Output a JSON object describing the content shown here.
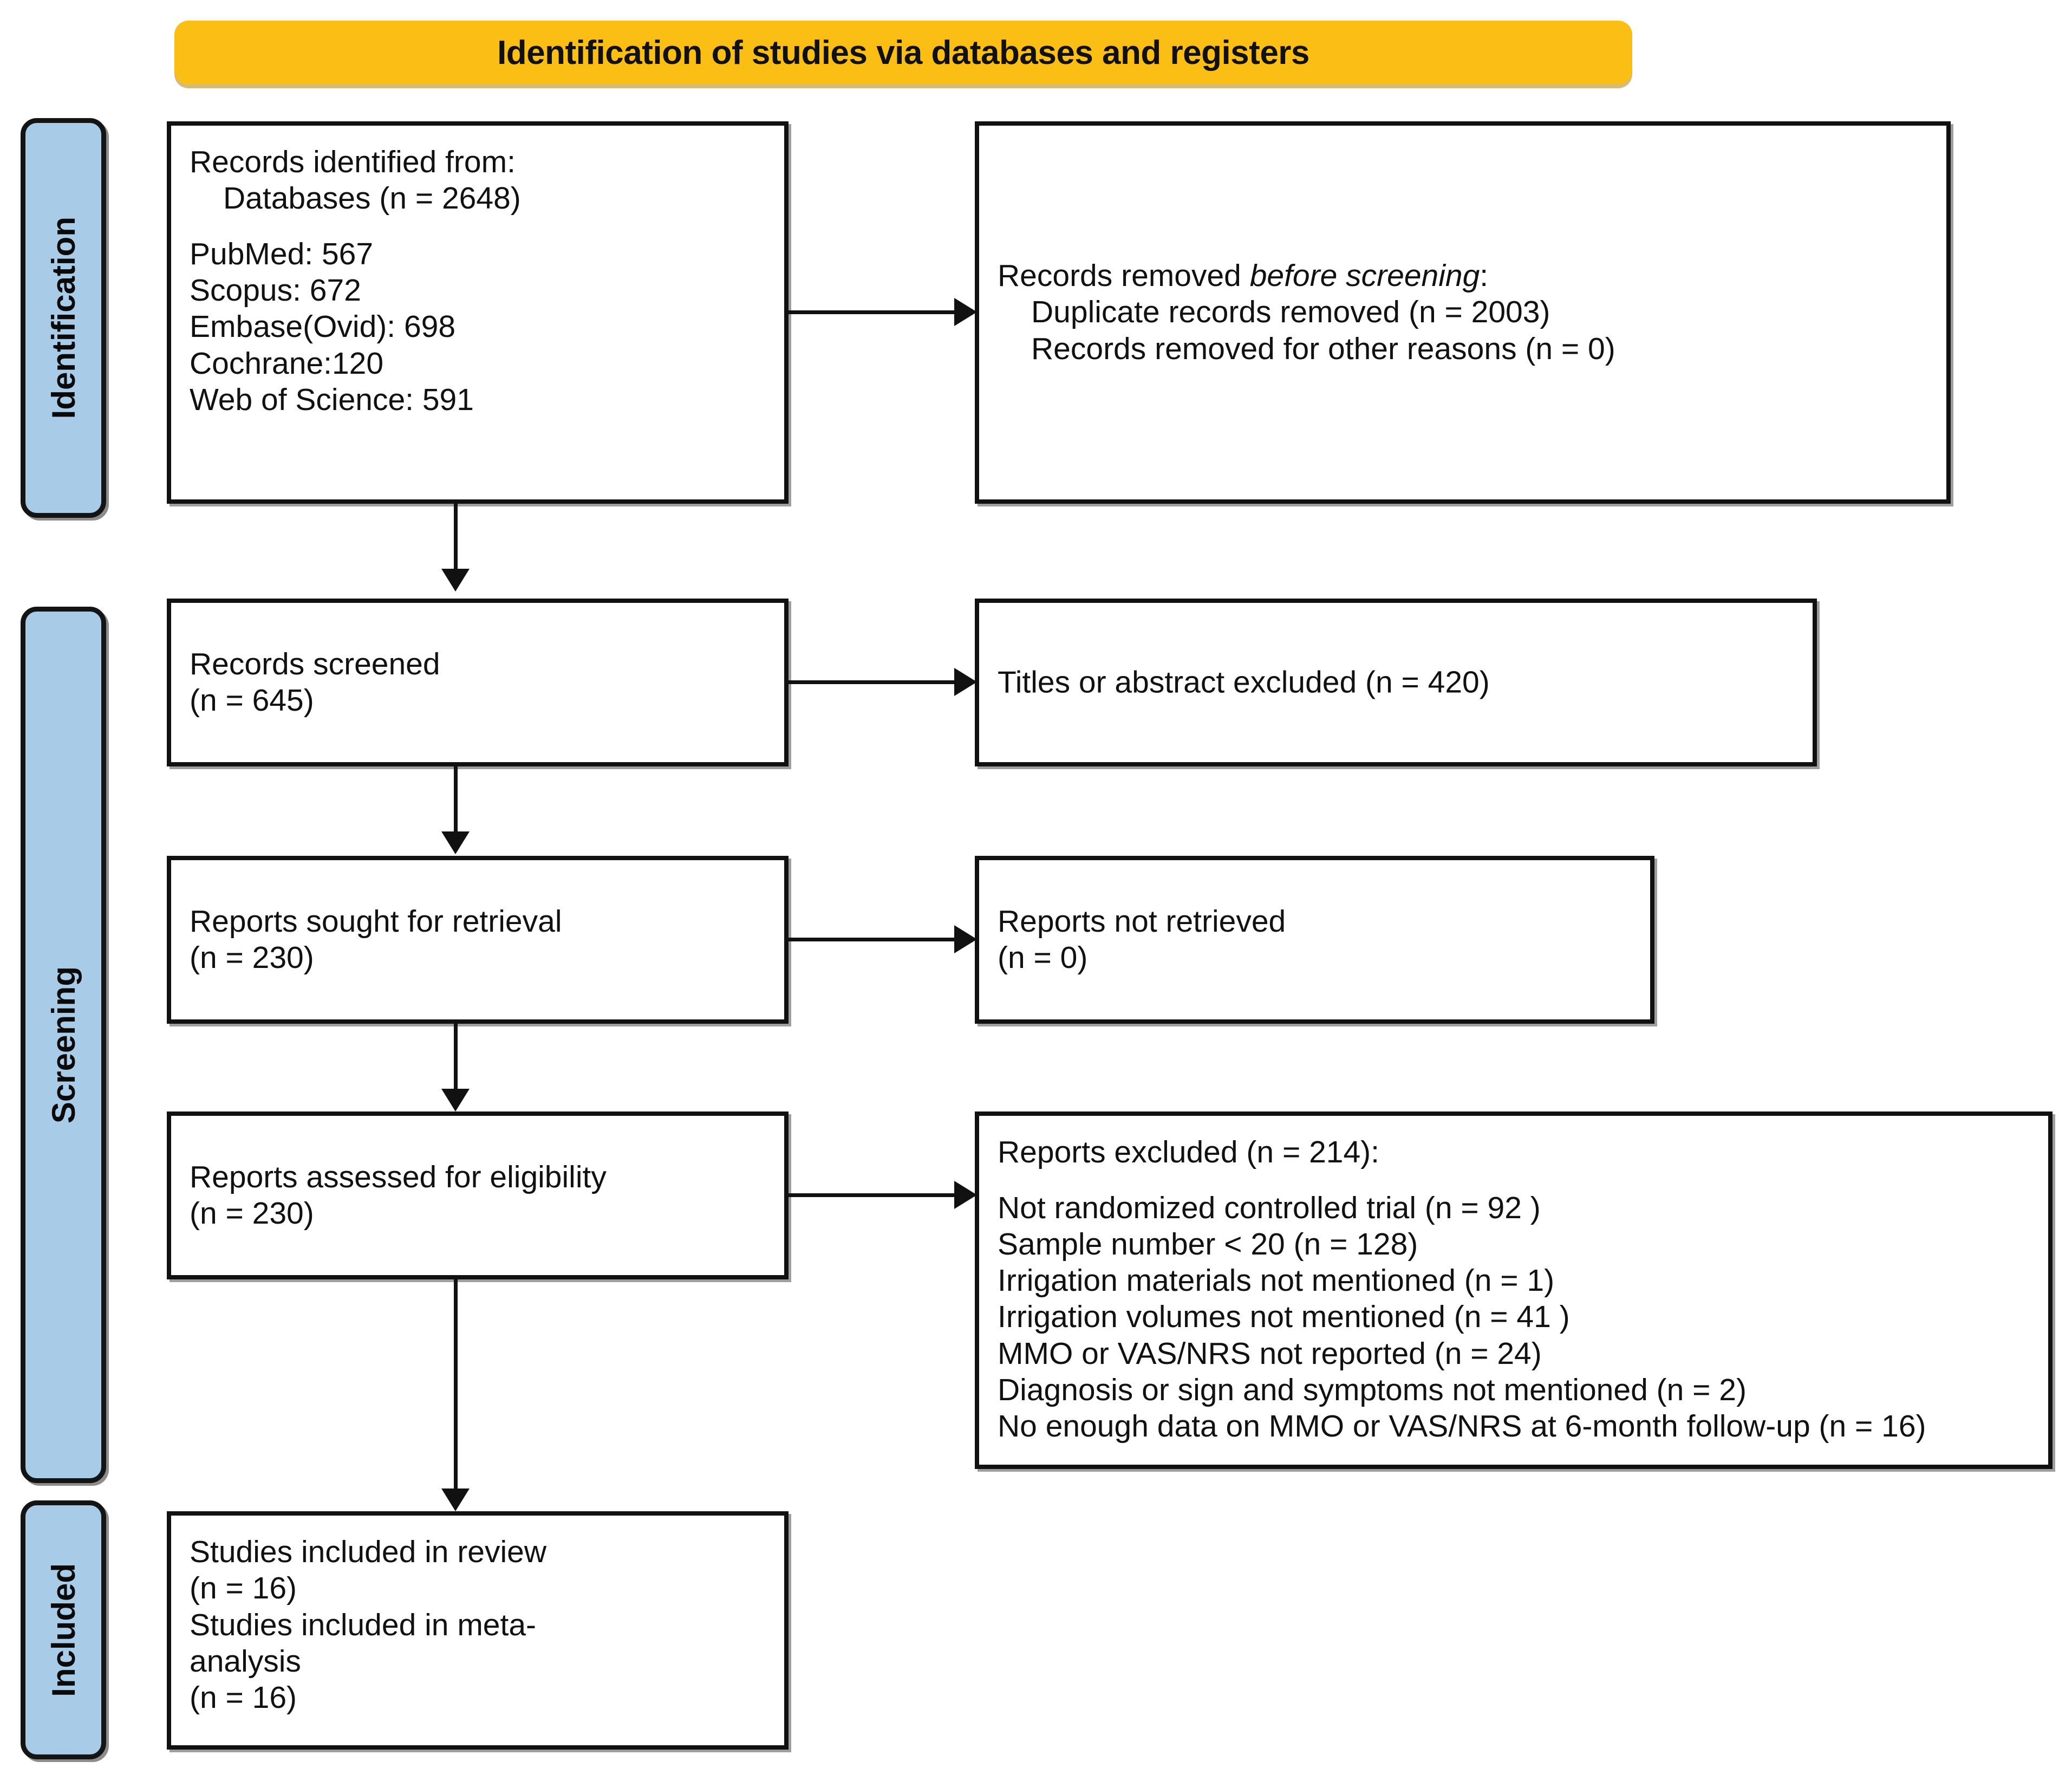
{
  "diagram": {
    "type": "prisma-flow-diagram",
    "banner_title": "Identification of studies via databases and registers",
    "banner_color": "#FBBE14",
    "stage_color": "#A8CBE8",
    "line_color": "#111111"
  },
  "stages": [
    {
      "key": "identification",
      "label": "Identification"
    },
    {
      "key": "screening",
      "label": "Screening"
    },
    {
      "key": "included",
      "label": "Included"
    }
  ],
  "boxes": {
    "records_identified": {
      "lines": [
        {
          "text": "Records identified from:",
          "indent": false
        },
        {
          "text": "Databases (n = 2648)",
          "indent": true
        },
        {
          "text": "",
          "indent": false,
          "spacer": true
        },
        {
          "text": "PubMed: 567",
          "indent": false
        },
        {
          "text": "Scopus: 672",
          "indent": false
        },
        {
          "text": "Embase(Ovid): 698",
          "indent": false
        },
        {
          "text": "Cochrane:120",
          "indent": false
        },
        {
          "text": "Web of Science: 591",
          "indent": false
        }
      ]
    },
    "records_removed": {
      "lines": [
        {
          "pre": "Records removed ",
          "italic": "before screening",
          "post": ":",
          "indent": false
        },
        {
          "text": "Duplicate records removed  (n = 2003)",
          "indent": true
        },
        {
          "text": "Records removed for other reasons (n = 0)",
          "indent": true
        }
      ]
    },
    "records_screened": {
      "lines": [
        {
          "text": "Records screened",
          "indent": false
        },
        {
          "text": "(n = 645)",
          "indent": false
        }
      ]
    },
    "titles_excluded": {
      "lines": [
        {
          "text": "Titles or abstract excluded (n = 420)",
          "indent": false
        }
      ]
    },
    "reports_sought": {
      "lines": [
        {
          "text": "Reports sought for retrieval",
          "indent": false
        },
        {
          "text": "(n = 230)",
          "indent": false
        }
      ]
    },
    "reports_not_retrieved": {
      "lines": [
        {
          "text": "Reports not retrieved",
          "indent": false
        },
        {
          "text": "(n = 0)",
          "indent": false
        }
      ]
    },
    "reports_assessed": {
      "lines": [
        {
          "text": "Reports assessed for eligibility",
          "indent": false
        },
        {
          "text": "(n = 230)",
          "indent": false
        }
      ]
    },
    "reports_excluded": {
      "lines": [
        {
          "text": "Reports excluded (n = 214):",
          "indent": false
        },
        {
          "text": "",
          "indent": false,
          "spacer": true
        },
        {
          "text": "Not randomized controlled trial (n = 92 )",
          "indent": false
        },
        {
          "text": "Sample number < 20  (n = 128)",
          "indent": false
        },
        {
          "text": "Irrigation materials not mentioned (n = 1)",
          "indent": false
        },
        {
          "text": "Irrigation volumes not mentioned (n = 41 )",
          "indent": false
        },
        {
          "text": "MMO or VAS/NRS not reported (n = 24)",
          "indent": false
        },
        {
          "text": "Diagnosis or sign and symptoms not mentioned (n = 2)",
          "indent": false
        },
        {
          "text": "No enough data on MMO or VAS/NRS at 6-month follow-up (n = 16)",
          "indent": false
        }
      ]
    },
    "studies_included": {
      "lines": [
        {
          "text": "Studies included in review",
          "indent": false
        },
        {
          "text": "(n = 16)",
          "indent": false
        },
        {
          "text": "Studies included in meta-",
          "indent": false
        },
        {
          "text": "analysis",
          "indent": false
        },
        {
          "text": "(n = 16)",
          "indent": false
        }
      ]
    }
  }
}
